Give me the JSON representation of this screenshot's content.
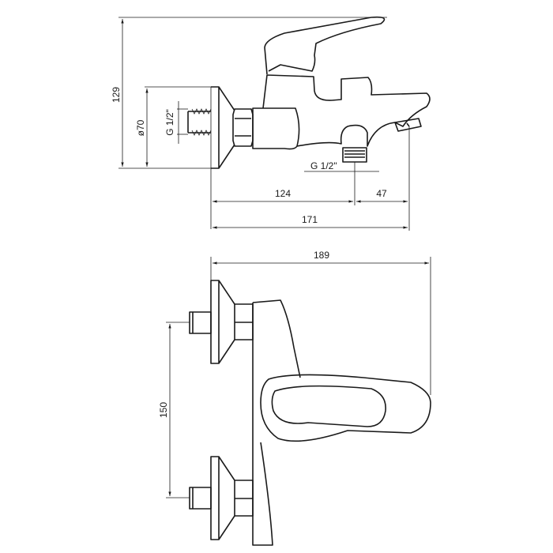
{
  "title": "Bath mixer dimension drawing",
  "side_view": {
    "height_label": "129",
    "rosette_diameter_label": "ø70",
    "inlet_thread_label": "G 1/2\"",
    "outlet_thread_label": "G 1/2\"",
    "wall_to_outlet_label": "124",
    "outlet_to_spout_label": "47",
    "total_depth_label": "171"
  },
  "top_view": {
    "total_depth_label": "189",
    "inlet_spacing_label": "150"
  }
}
